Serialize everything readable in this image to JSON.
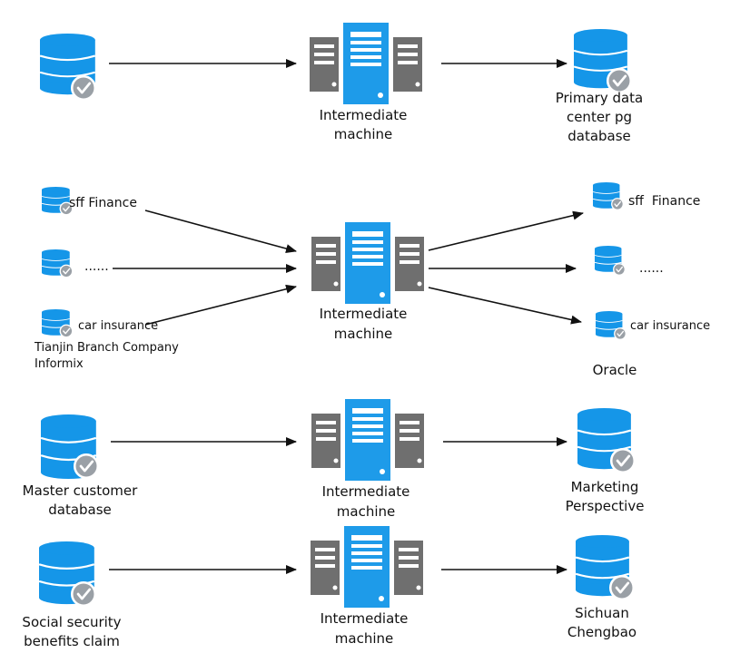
{
  "row1": {
    "middle_label": [
      "Intermediate",
      "machine"
    ],
    "target_label": [
      "Primary data",
      "center pg",
      "database"
    ]
  },
  "row2": {
    "sources": [
      "sff Finance",
      "......",
      "car insurance"
    ],
    "source_group_label": [
      "Tianjin Branch Company",
      "Informix"
    ],
    "middle_label": [
      "Intermediate",
      "machine"
    ],
    "targets": [
      "sff  Finance",
      "......",
      "car insurance"
    ],
    "target_group_label": "Oracle"
  },
  "row3": {
    "source_label": [
      "Master customer",
      "database"
    ],
    "middle_label": [
      "Intermediate",
      "machine"
    ],
    "target_label": [
      "Marketing",
      "Perspective"
    ]
  },
  "row4": {
    "source_label": [
      "Social security",
      "benefits claim"
    ],
    "middle_label": [
      "Intermediate",
      "machine"
    ],
    "target_label": [
      "Sichuan",
      "Chengbao"
    ]
  },
  "colors": {
    "db_blue": "#1596e8",
    "server_blue": "#1e9be9",
    "server_gray": "#6f6f6f",
    "arrow": "#111111"
  }
}
